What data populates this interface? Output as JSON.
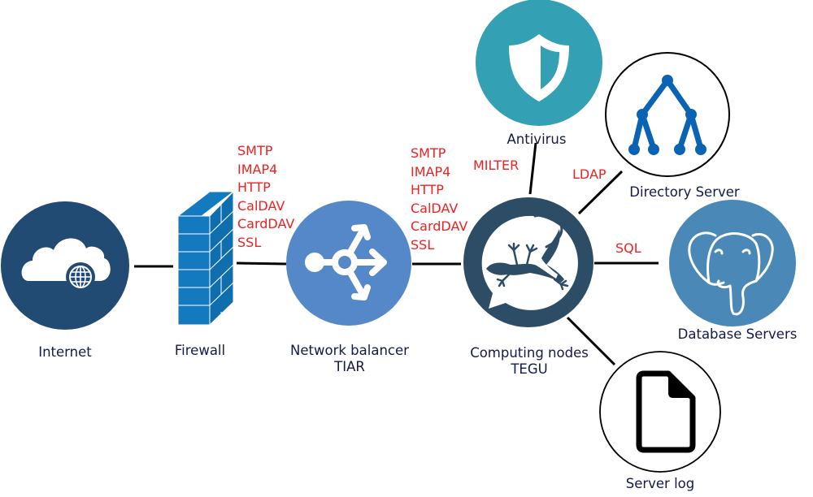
{
  "diagram": {
    "nodes": {
      "internet": {
        "label": "Internet",
        "icon": "cloud-globe-icon",
        "color": "#224b74"
      },
      "firewall": {
        "label": "Firewall",
        "icon": "brick-wall-icon",
        "color": "#137ac0"
      },
      "balancer": {
        "label_line1": "Network balancer",
        "label_line2": "TIAR",
        "icon": "load-balancer-arrows-icon",
        "color": "#5588c8"
      },
      "computing": {
        "label_line1": "Computing nodes",
        "label_line2": "TEGU",
        "icon": "lizard-icon",
        "color": "#2d4c66"
      },
      "antivirus": {
        "label": "Antivirus",
        "icon": "shield-icon",
        "color": "#33a0b4"
      },
      "directory": {
        "label": "Directory Server",
        "icon": "tree-hierarchy-icon",
        "color": "#0a63b3"
      },
      "database": {
        "label": "Database Servers",
        "icon": "postgresql-elephant-icon",
        "color": "#4a88b8"
      },
      "serverlog": {
        "label": "Server log",
        "icon": "document-icon",
        "color": "#000000"
      }
    },
    "edges": [
      {
        "from": "internet",
        "to": "firewall",
        "label": ""
      },
      {
        "from": "firewall",
        "to": "balancer",
        "protocols": [
          "SMTP",
          "IMAP4",
          "HTTP",
          "CalDAV",
          "CardDAV",
          "SSL"
        ]
      },
      {
        "from": "balancer",
        "to": "computing",
        "protocols": [
          "SMTP",
          "IMAP4",
          "HTTP",
          "CalDAV",
          "CardDAV",
          "SSL"
        ]
      },
      {
        "from": "computing",
        "to": "antivirus",
        "label": "MILTER"
      },
      {
        "from": "computing",
        "to": "directory",
        "label": "LDAP"
      },
      {
        "from": "computing",
        "to": "database",
        "label": "SQL"
      },
      {
        "from": "computing",
        "to": "serverlog",
        "label": ""
      }
    ],
    "label_color": "#141a4a",
    "protocol_color": "#ee2222"
  }
}
